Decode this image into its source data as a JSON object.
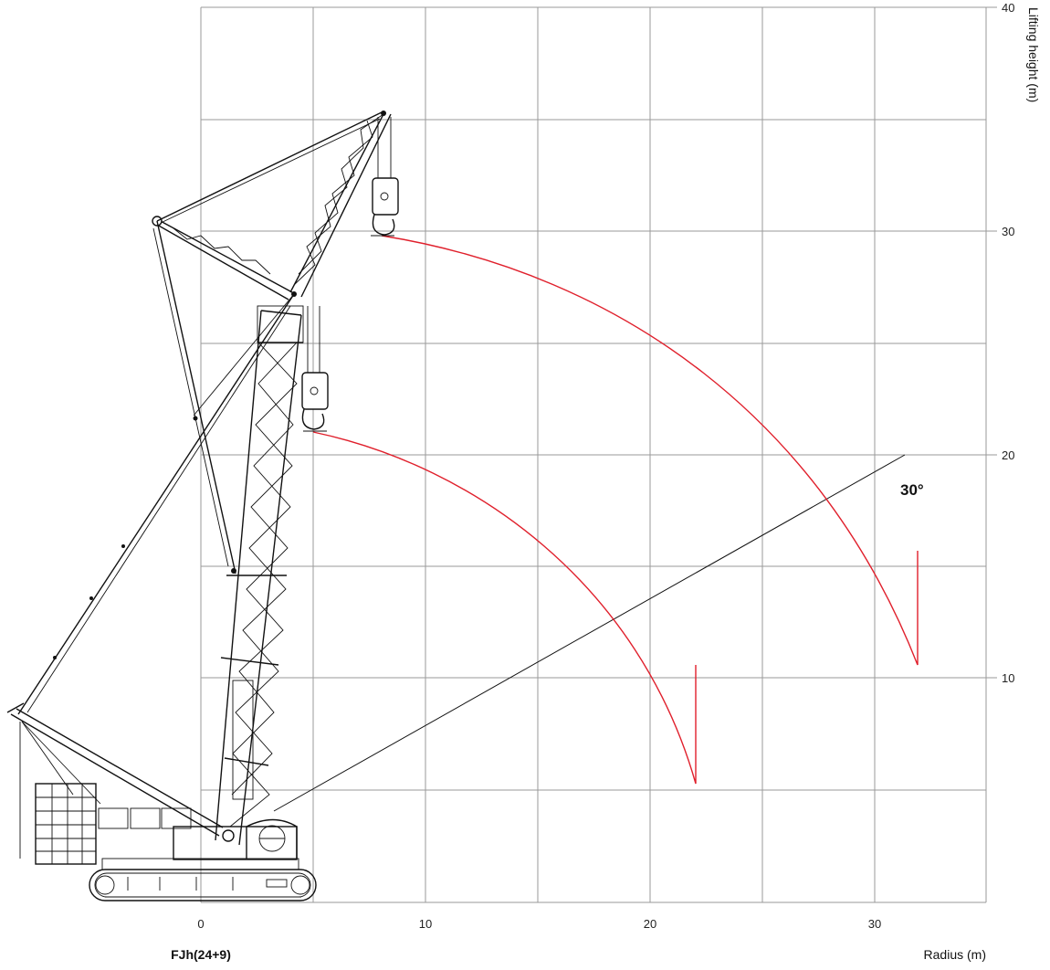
{
  "configuration_label": "FJh(24+9)",
  "x_axis": {
    "title": "Radius (m)",
    "ticks": [
      "0",
      "10",
      "20",
      "30"
    ]
  },
  "y_axis": {
    "title": "Lifting height (m)",
    "ticks": [
      "10",
      "20",
      "30",
      "40"
    ]
  },
  "angle_label": "30°",
  "colors": {
    "grid": "#9a9a9a",
    "curve": "#e0202c",
    "crane": "#111111"
  },
  "diagram_elements": [
    "crawler-crane-icon",
    "main-boom",
    "luffing-fly-jib",
    "hook-block-icon",
    "counterweight-icon"
  ]
}
